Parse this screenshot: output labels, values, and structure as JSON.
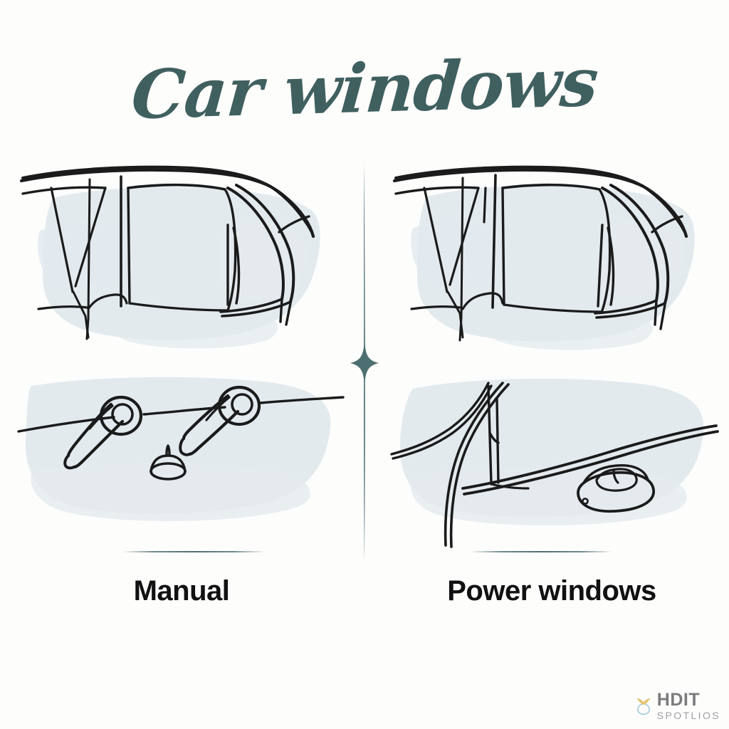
{
  "page": {
    "title": "Car windows",
    "background_color": "#fdfdfc",
    "title_color": "#40605f",
    "wash_color": "#e3eaee",
    "ink_color": "#1b1b1b",
    "caption_color": "#111111"
  },
  "comparison": {
    "divider": {
      "name": "vertical-ornament-divider",
      "color": "#4e6f71",
      "ornament": "four-point-diamond"
    },
    "columns": [
      {
        "id": "manual",
        "caption": "Manual",
        "illustrations": [
          {
            "id": "manual-car-window",
            "alt": "Hand-drawn sketch of a car side window and door frame",
            "type": "car-window-sketch"
          },
          {
            "id": "manual-crank-handles",
            "alt": "Two manual window crank handles on a door panel with a lock knob",
            "type": "crank-handle-sketch"
          }
        ]
      },
      {
        "id": "power",
        "caption": "Power windows",
        "illustrations": [
          {
            "id": "power-car-window",
            "alt": "Hand-drawn sketch of a car side window and door frame",
            "type": "car-window-sketch"
          },
          {
            "id": "power-switch-module",
            "alt": "Door panel with an electric power window switch module",
            "type": "power-switch-sketch"
          }
        ]
      }
    ]
  },
  "watermark": {
    "primary": "HDIT",
    "secondary": "SPOTLIOS",
    "icon": "bulb-mark-icon",
    "icon_colors": {
      "ring": "#9cc7d8",
      "accent": "#e2c069"
    }
  }
}
